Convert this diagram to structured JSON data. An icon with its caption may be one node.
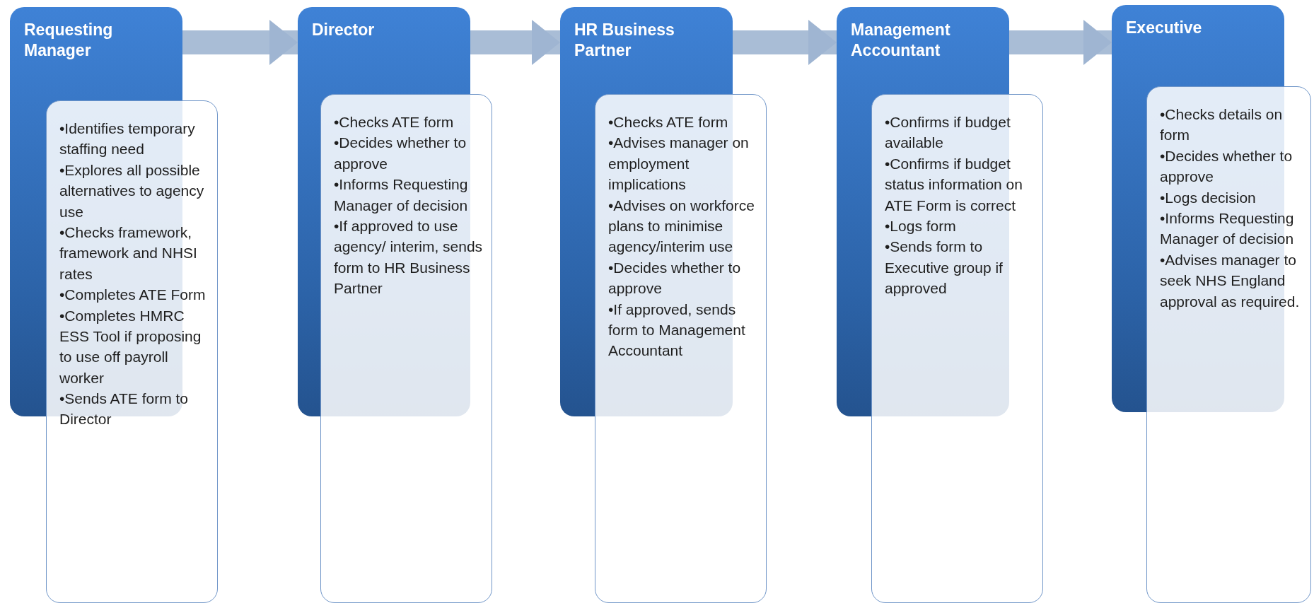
{
  "diagram": {
    "nodes": [
      {
        "text": [
          "Requesting Manager"
        ]
      },
      {
        "text": [
          "•Identifies temporary staffing need",
          "•Explores all possible alternatives to agency use",
          "•Checks framework, framework and NHSI rates",
          "•Completes ATE Form",
          "•Completes HMRC ESS Tool if proposing to use off payroll worker",
          "•Sends ATE form to Director"
        ]
      },
      {
        "text": [
          "Director"
        ]
      },
      {
        "text": [
          "•Checks ATE form",
          "•Decides whether to approve",
          "•Informs Requesting Manager of decision",
          "•If approved to use agency/ interim, sends form to HR Business Partner"
        ]
      },
      {
        "text": [
          "HR Business Partner"
        ]
      },
      {
        "text": [
          "•Checks ATE form",
          "•Advises manager on employment implications",
          "•Advises on workforce plans to minimise agency/interim use",
          "•Decides whether to approve",
          "•If approved, sends form to Management Accountant"
        ]
      },
      {
        "text": [
          "Management Accountant"
        ]
      },
      {
        "text": [
          "•Confirms if budget available",
          "•Confirms if budget status information on ATE Form is correct",
          "•Logs form",
          "•Sends form to Executive group if approved"
        ]
      },
      {
        "text": [
          "Executive"
        ]
      },
      {
        "text": [
          "•Checks details on form",
          "•Decides whether to approve",
          "•Logs decision",
          "•Informs Requesting Manager of decision",
          "•Advises manager to seek NHS England approval as required."
        ]
      }
    ],
    "edges": [
      {
        "from": 0,
        "to": 2,
        "arrow": "to"
      },
      {
        "from": 2,
        "to": 4,
        "arrow": "to"
      },
      {
        "from": 4,
        "to": 6,
        "arrow": "to"
      },
      {
        "from": 6,
        "to": 8,
        "arrow": "to"
      }
    ]
  }
}
